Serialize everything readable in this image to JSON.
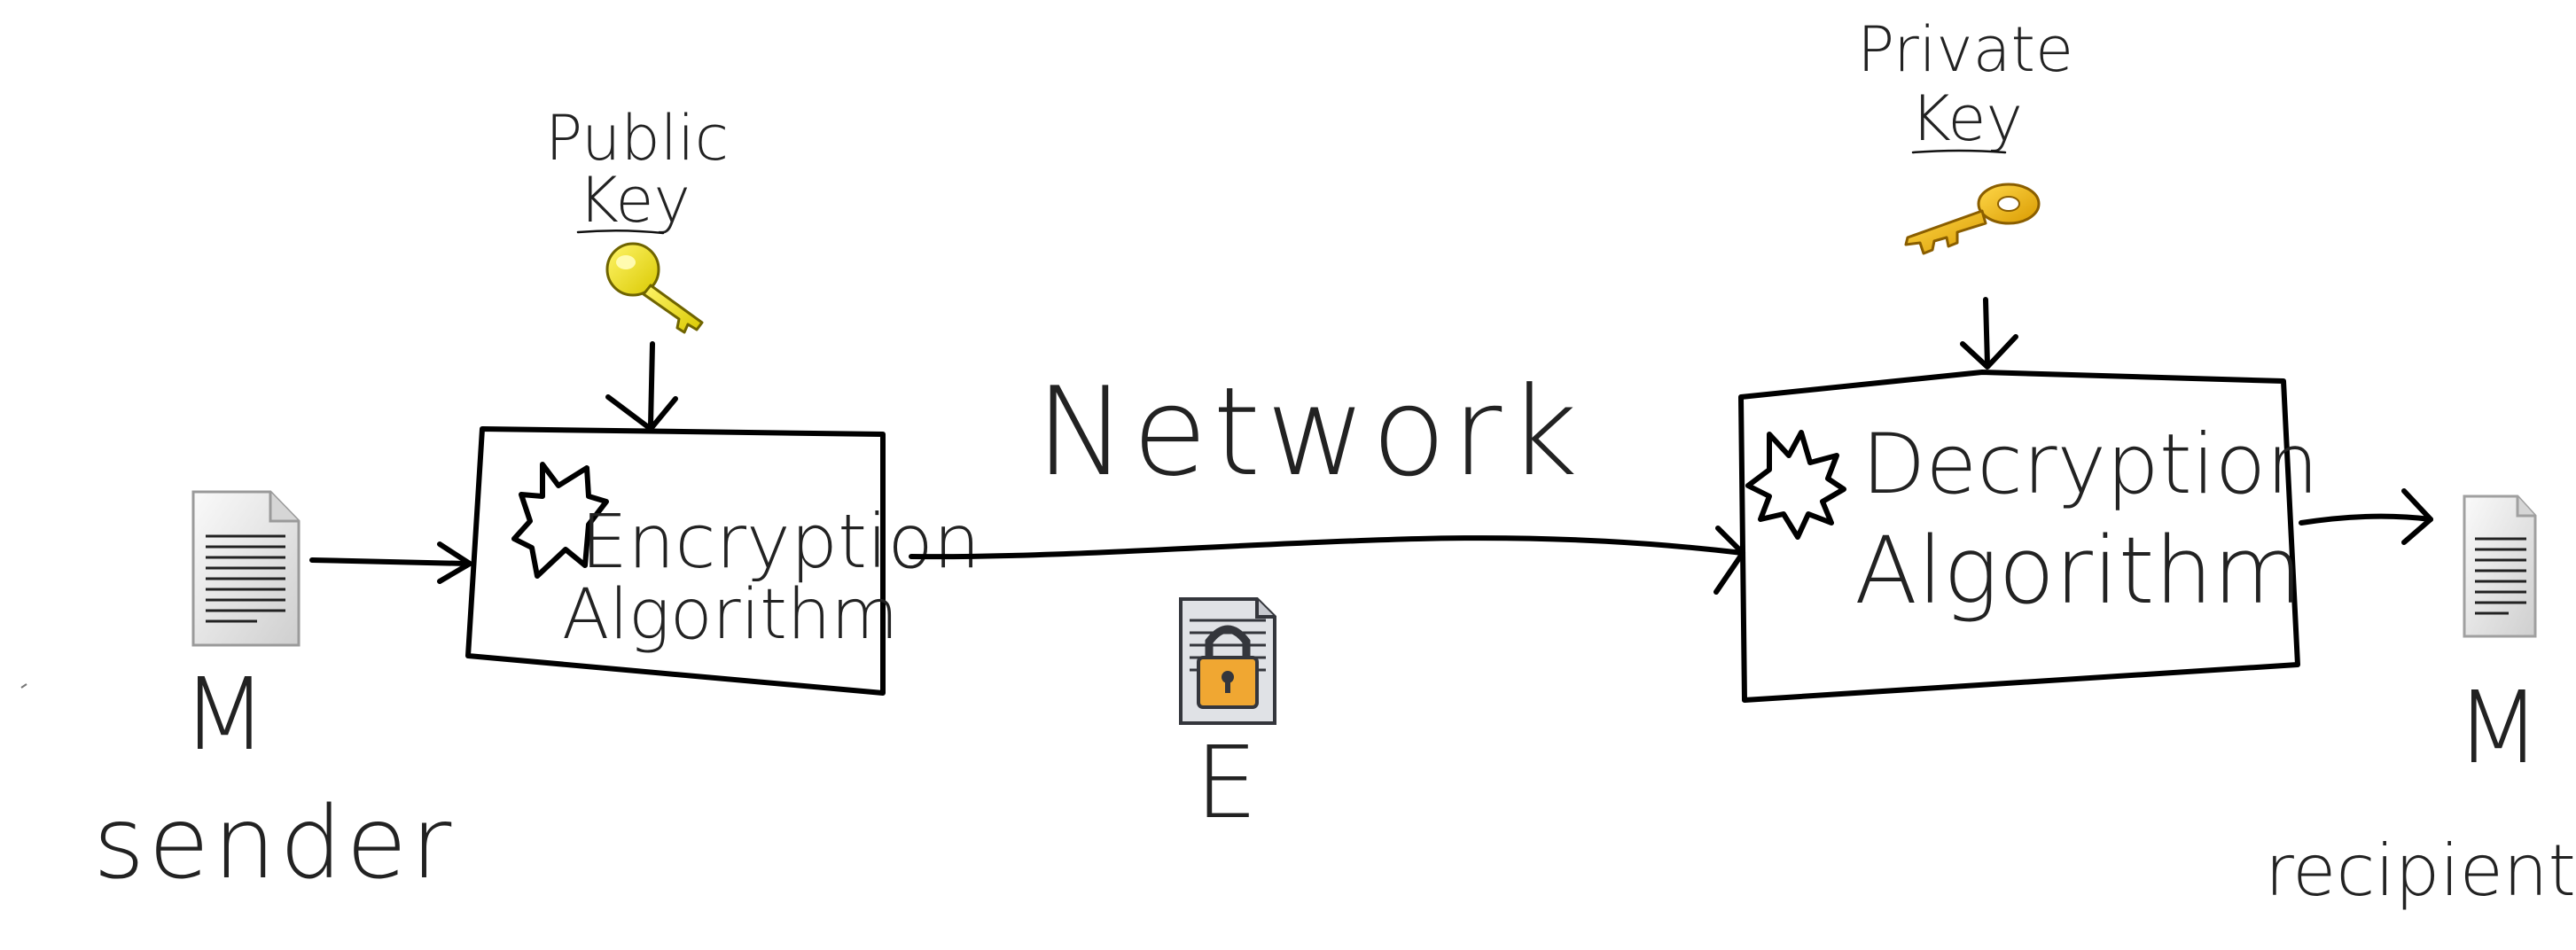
{
  "labels": {
    "public_key_line1": "Public",
    "public_key_line2": "Key",
    "private_key_line1": "Private",
    "private_key_line2": "Key",
    "network": "Network",
    "encryption_line1": "Encryption",
    "encryption_line2": "Algorithm",
    "decryption_line1": "Decryption",
    "decryption_line2": "Algorithm",
    "sender_message": "M",
    "sender": "sender",
    "ciphertext": "E",
    "recipient_message": "M",
    "recipient": "recipient"
  },
  "icons": {
    "sender_document": "document-icon",
    "recipient_document": "document-icon",
    "public_key": "key-icon",
    "private_key": "key-icon",
    "encrypted_document": "locked-document-icon",
    "encryption_burst": "starburst-icon",
    "decryption_burst": "starburst-icon"
  },
  "colors": {
    "public_key": "#f2e62a",
    "private_key": "#f5b820",
    "lock": "#f0a732",
    "document": "#e4e4e4"
  }
}
